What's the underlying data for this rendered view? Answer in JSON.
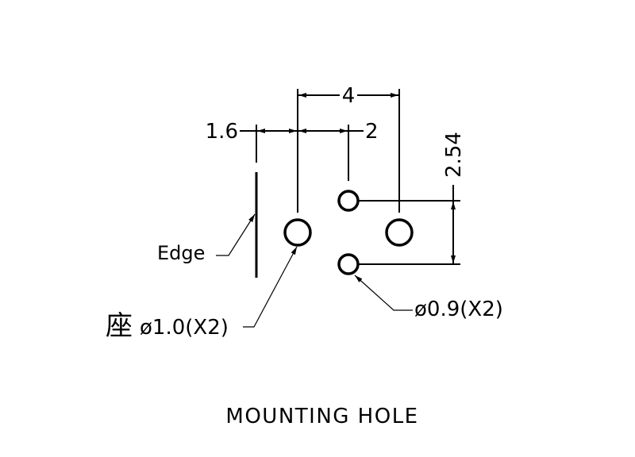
{
  "dimensions": {
    "edge_offset": "1.6",
    "half_pitch": "2",
    "pitch": "4",
    "row_spacing": "2.54"
  },
  "labels": {
    "edge": "Edge",
    "seat_prefix": "座",
    "large_hole": "ø1.0(X2)",
    "small_hole": "ø0.9(X2)"
  },
  "title": "MOUNTING HOLE",
  "colors": {
    "ink": "#000000",
    "background": "#ffffff"
  }
}
